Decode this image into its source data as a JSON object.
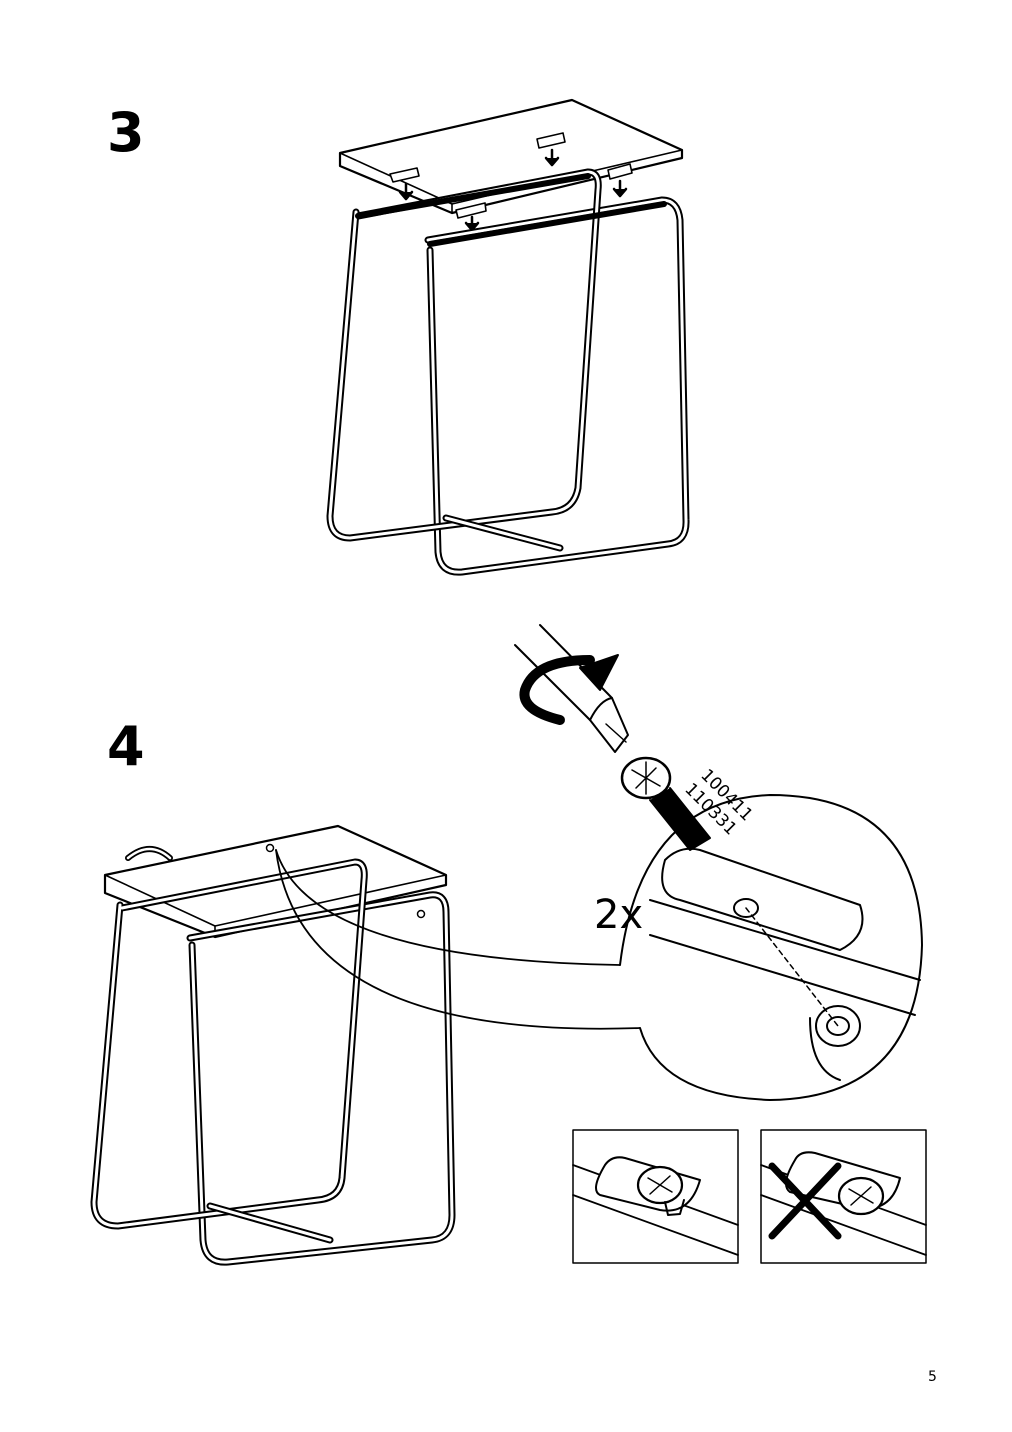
{
  "steps": [
    {
      "number": "3"
    },
    {
      "number": "4",
      "quantity": "2x",
      "part_numbers": [
        "100411",
        "110331"
      ]
    }
  ],
  "footer": {
    "page_number": "5"
  },
  "icons": {
    "step3": [
      "tabletop",
      "bracket",
      "down-arrow",
      "tube-frame"
    ],
    "step4": [
      "screwdriver",
      "rotation-arrow",
      "screw",
      "detail-magnifier",
      "correct-example",
      "incorrect-example-cross"
    ]
  }
}
